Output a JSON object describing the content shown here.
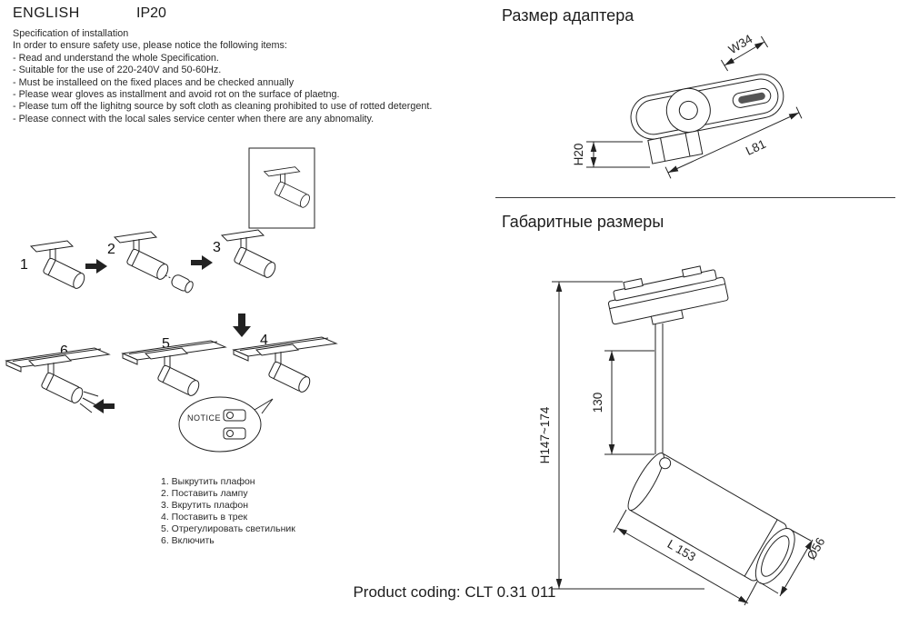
{
  "header": {
    "language": "ENGLISH",
    "ip_rating": "IP20"
  },
  "spec": {
    "title": "Specification of installation",
    "intro": "In order to ensure safety use, please notice the following items:",
    "items": [
      "- Read and understand the whole Specification.",
      "- Suitable for the use of 220-240V and 50-60Hz.",
      "- Must be installeed on the fixed places and be checked annually",
      "- Please wear gloves as installment and avoid rot on the surface of plaetng.",
      "- Please tum off the lighitng source by soft cloth as cleaning prohibited to use of rotted detergent.",
      "- Please connect with the local sales service center when there are any abnomality."
    ]
  },
  "diagram": {
    "step_numbers": [
      "1",
      "2",
      "3",
      "4",
      "5",
      "6"
    ],
    "notice_label": "NOTICE"
  },
  "instructions": {
    "items": [
      "1.  Выкрутить  плафон",
      "2.  Поставить лампу",
      "3.  Вкрутить плафон",
      "4.  Поставить в трек",
      "5.  Отрегулировать светильник",
      "6.  Включить"
    ]
  },
  "adapter_section": {
    "title": "Размер адаптера",
    "dimensions": {
      "width": "W34",
      "height": "H20",
      "length": "L81"
    }
  },
  "overall_section": {
    "title": "Габаритные размеры",
    "dimensions": {
      "height_range": "H147~174",
      "arm": "130",
      "length": "L 153",
      "diameter": "Ø56"
    }
  },
  "footer": {
    "product_coding": "Product coding: CLT 0.31 011"
  }
}
